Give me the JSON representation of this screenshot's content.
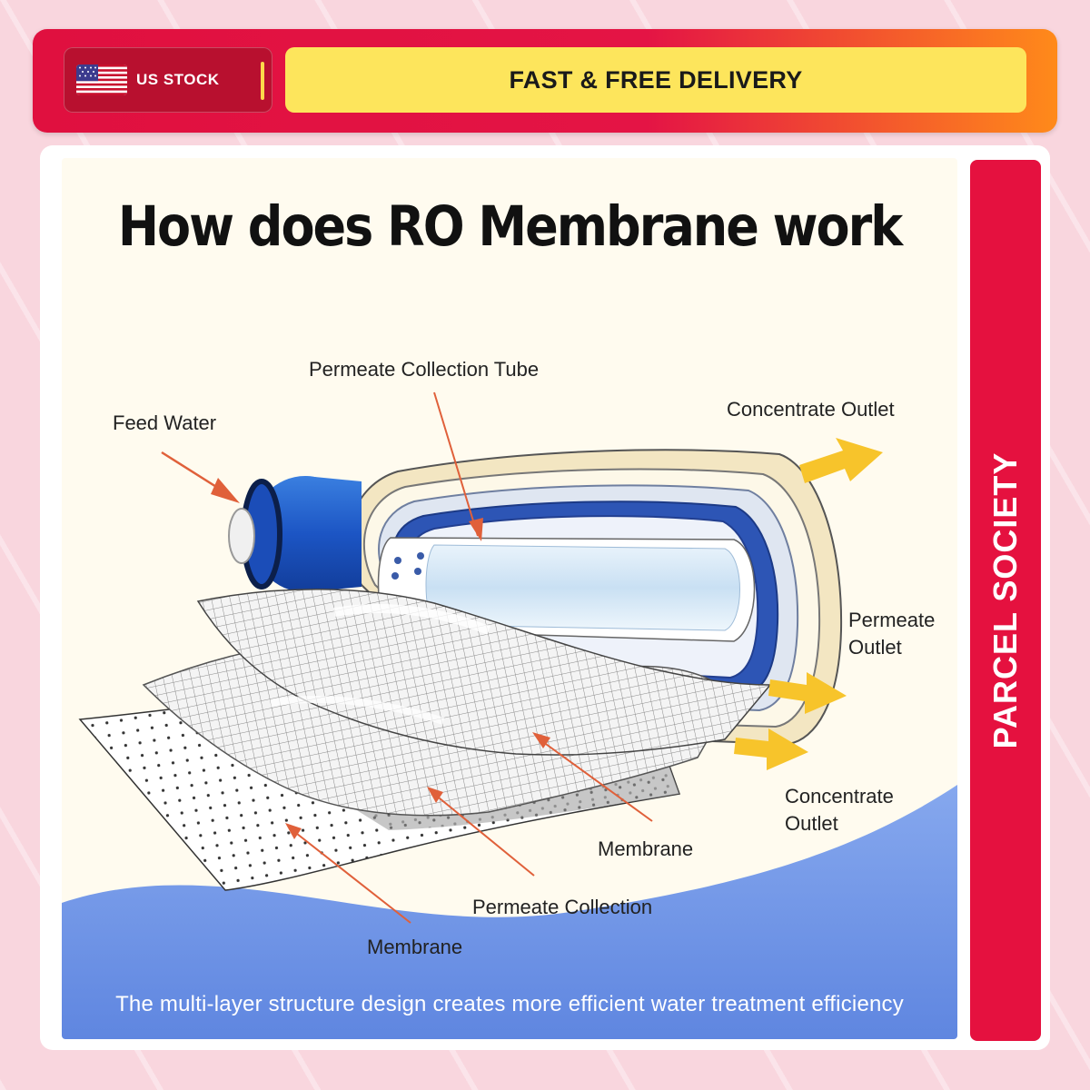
{
  "banner": {
    "stock_label": "US STOCK",
    "delivery_label": "FAST & FREE DELIVERY",
    "accent": "#e0103f",
    "yellow": "#fde55c"
  },
  "sidebar": {
    "brand": "PARCEL SOCIETY"
  },
  "diagram": {
    "title": "How does RO Membrane work",
    "labels": {
      "permeate_tube": "Permeate Collection Tube",
      "feed_water": "Feed Water",
      "concentrate_top": "Concentrate Outlet",
      "permeate_outlet_1": "Permeate",
      "permeate_outlet_2": "Outlet",
      "concentrate_bottom_1": "Concentrate",
      "concentrate_bottom_2": "Outlet",
      "membrane_inner": "Membrane",
      "permeate_collection": "Permeate Collection",
      "membrane_outer": "Membrane"
    },
    "caption": "The multi-layer structure design creates more efficient water treatment efficiency"
  }
}
